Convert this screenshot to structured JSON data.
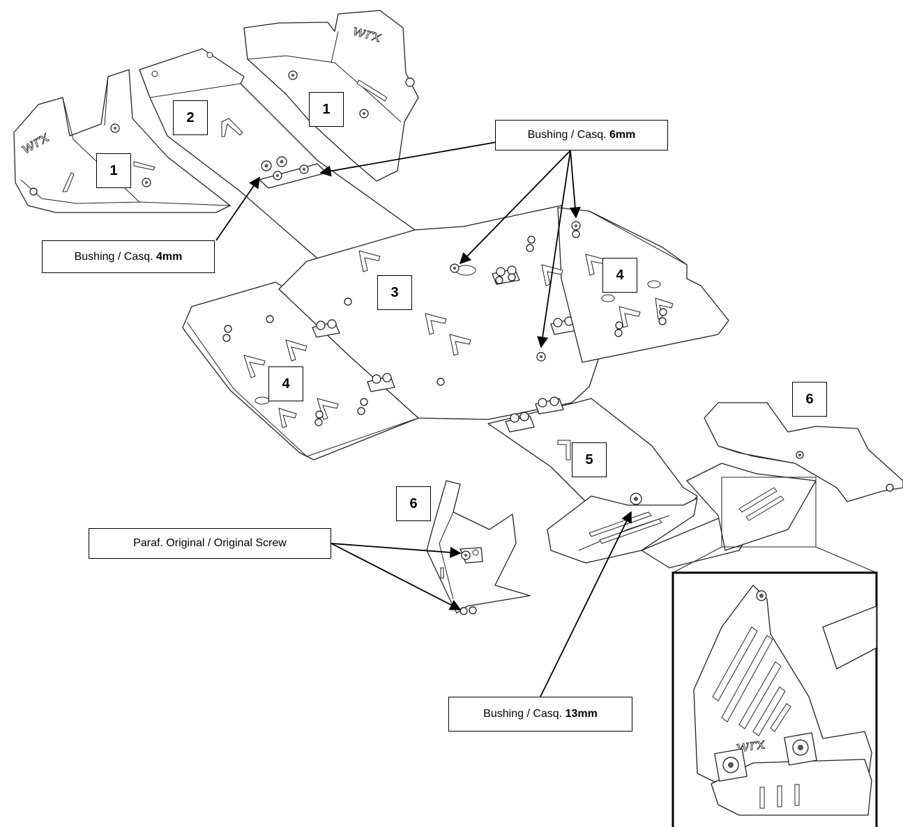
{
  "part_labels": {
    "p1a": "1",
    "p1b": "1",
    "p2": "2",
    "p3": "3",
    "p4a": "4",
    "p4b": "4",
    "p5": "5",
    "p6a": "6",
    "p6b": "6"
  },
  "callouts": {
    "bushing_6mm": {
      "prefix": "Bushing / Casq. ",
      "value": "6mm"
    },
    "bushing_4mm": {
      "prefix": "Bushing / Casq. ",
      "value": "4mm"
    },
    "bushing_13mm": {
      "prefix": "Bushing / Casq. ",
      "value": "13mm"
    },
    "original_screw": {
      "text": "Paraf. Original / Original Screw"
    }
  },
  "logo_text": "wrx"
}
